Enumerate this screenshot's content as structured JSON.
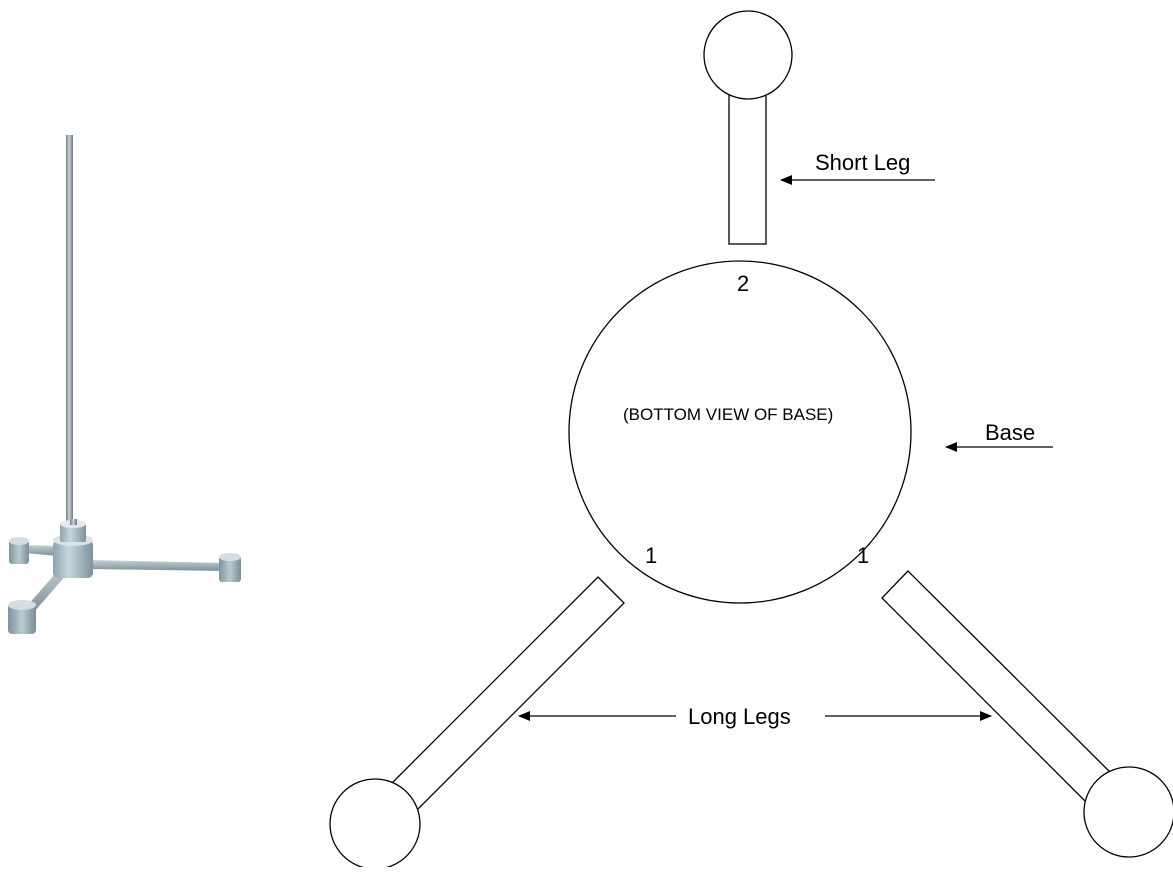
{
  "diagram": {
    "short_leg_label": "Short Leg",
    "base_label": "Base",
    "long_legs_label": "Long Legs",
    "base_caption": "(BOTTOM VIEW OF BASE)",
    "top_position_number": "2",
    "left_position_number": "1",
    "right_position_number": "1"
  },
  "photo": {
    "subject": "stand-with-rod-and-three-legs",
    "color": "#9fb3c0"
  },
  "colors": {
    "line": "#000000",
    "background": "#ffffff"
  }
}
